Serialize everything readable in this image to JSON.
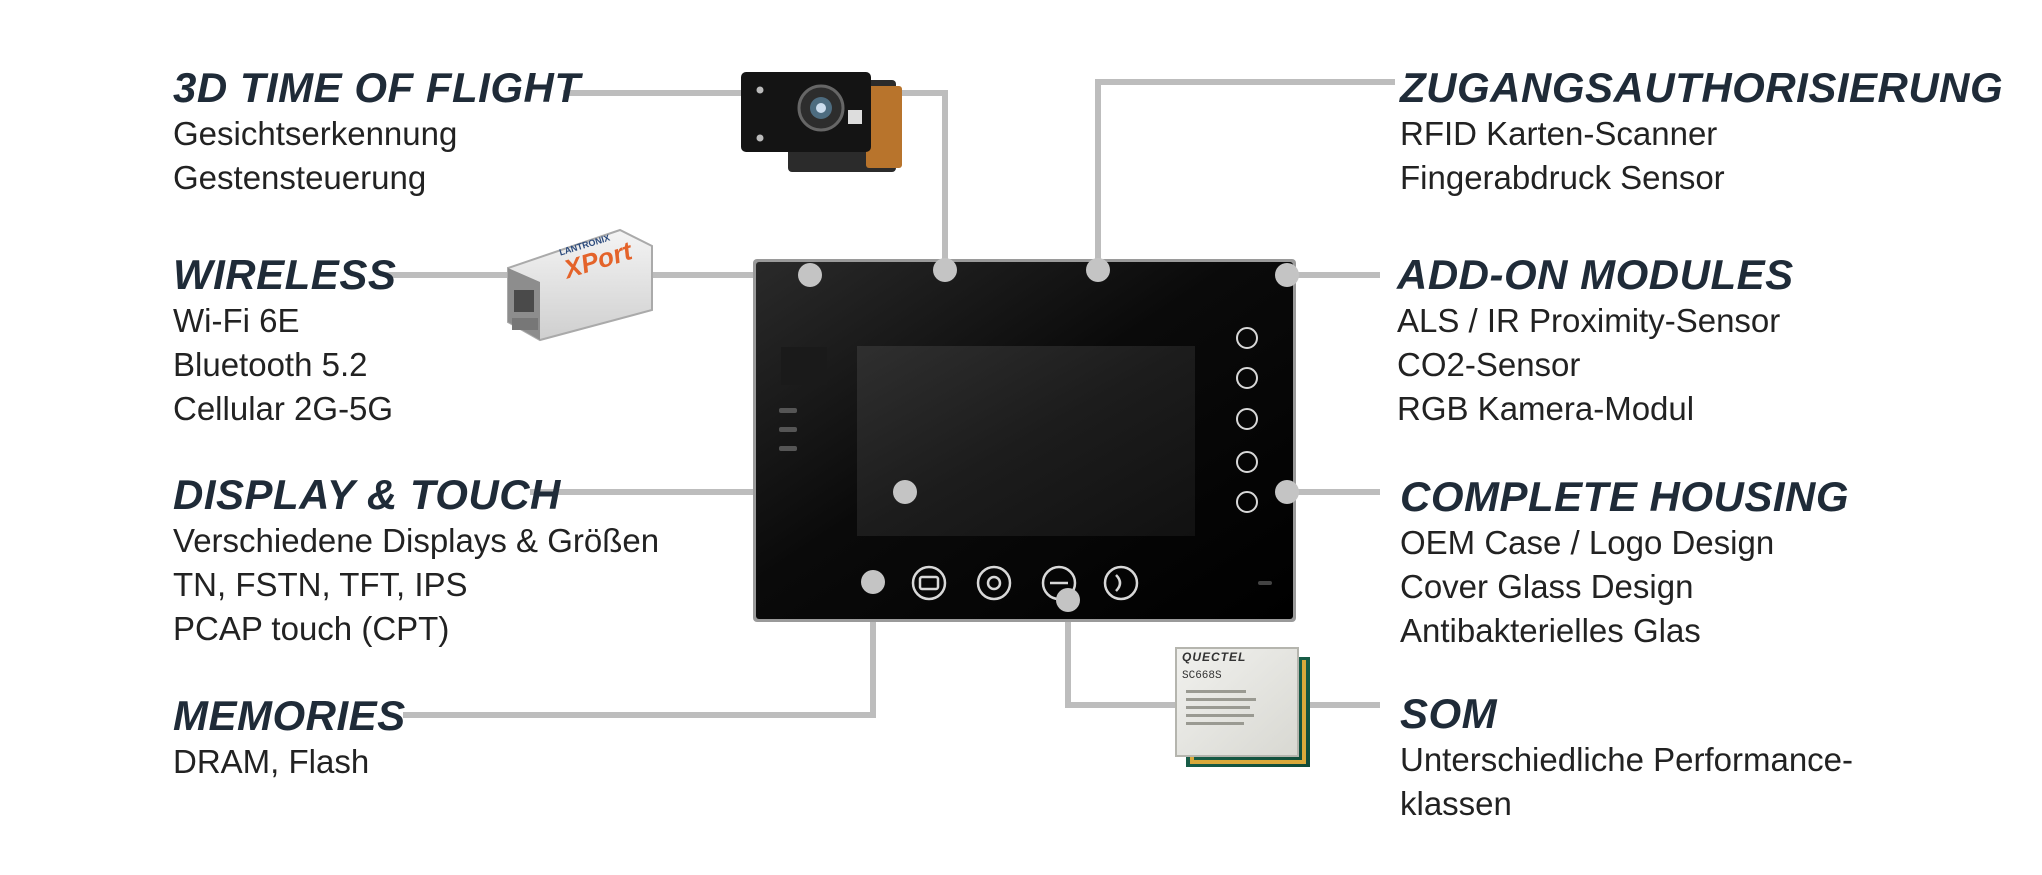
{
  "features": {
    "tof": {
      "title": "3D TIME OF FLIGHT",
      "lines": [
        "Gesichtserkennung",
        "Gestensteuerung"
      ]
    },
    "wireless": {
      "title": "WIRELESS",
      "lines": [
        "Wi-Fi 6E",
        "Bluetooth 5.2",
        "Cellular 2G-5G"
      ]
    },
    "display": {
      "title": "DISPLAY & TOUCH",
      "lines": [
        "Verschiedene Displays & Größen",
        "TN, FSTN, TFT, IPS",
        "PCAP touch (CPT)"
      ]
    },
    "memories": {
      "title": "MEMORIES",
      "lines": [
        "DRAM, Flash"
      ]
    },
    "access": {
      "title": "ZUGANGSAUTHORISIERUNG",
      "lines": [
        "RFID Karten-Scanner",
        "Fingerabdruck Sensor"
      ]
    },
    "addon": {
      "title": "ADD-ON MODULES",
      "lines": [
        "ALS / IR Proximity-Sensor",
        "CO2-Sensor",
        "RGB Kamera-Modul"
      ]
    },
    "housing": {
      "title": "COMPLETE HOUSING",
      "lines": [
        "OEM Case / Logo Design",
        "Cover Glass Design",
        "Antibakterielles Glas"
      ]
    },
    "som": {
      "title": "SOM",
      "lines": [
        "Unterschiedliche Performance-",
        "klassen"
      ]
    }
  },
  "modules": {
    "xport_brand": "LANTRONIX",
    "xport_name": "XPort",
    "som_brand": "QUECTEL",
    "som_model": "SC668S"
  },
  "colors": {
    "heading": "#1f2b38",
    "connector": "#bdbdbd",
    "device": "#0b0b0b"
  }
}
